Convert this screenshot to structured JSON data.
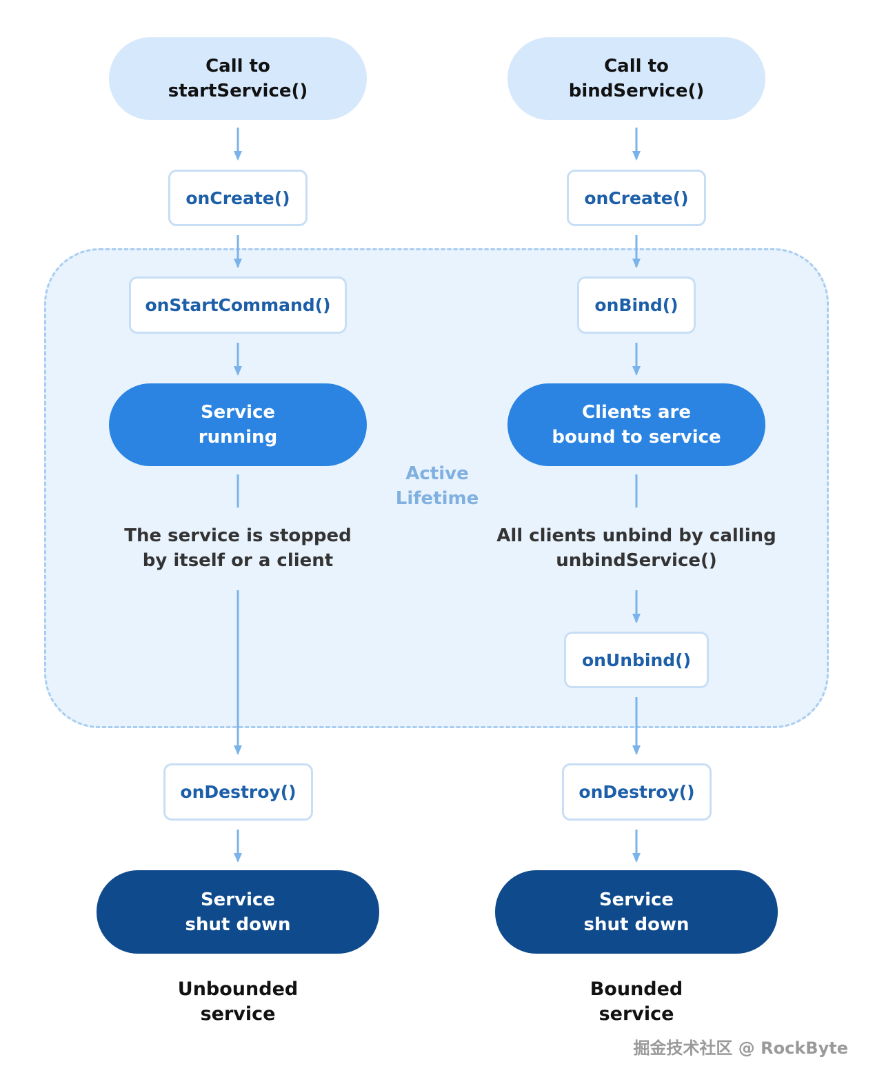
{
  "left": {
    "start": "Call to\nstartService()",
    "on_create": "onCreate()",
    "on_start_command": "onStartCommand()",
    "running": "Service\nrunning",
    "stopped_note": "The service is stopped\nby itself or a client",
    "on_destroy": "onDestroy()",
    "shut_down": "Service\nshut down",
    "caption": "Unbounded\nservice"
  },
  "right": {
    "start": "Call to\nbindService()",
    "on_create": "onCreate()",
    "on_bind": "onBind()",
    "bound": "Clients are\nbound to service",
    "unbind_note": "All clients unbind by calling\nunbindService()",
    "on_unbind": "onUnbind()",
    "on_destroy": "onDestroy()",
    "shut_down": "Service\nshut down",
    "caption": "Bounded\nservice"
  },
  "active_lifetime_label": "Active\nLifetime",
  "watermark": "掘金技术社区 @ RockByte",
  "colors": {
    "start_pill": "#d5e8fc",
    "running_pill": "#2b84e2",
    "shutdown_pill": "#0e4a8c",
    "method_text": "#1c5fa8",
    "method_border": "#c7def5",
    "arrow": "#7ab3ea",
    "active_region_fill": "#e9f3fd",
    "active_region_border": "#a9cdf0"
  }
}
